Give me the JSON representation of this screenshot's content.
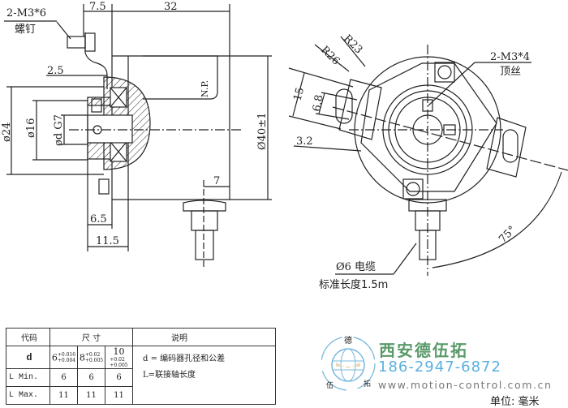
{
  "side_view": {
    "screw_callout": "2-M3*6",
    "screw_callout_cn": "螺钉",
    "dim_7_5": "7.5",
    "dim_32": "32",
    "dim_2_5": "2.5",
    "dim_phi24": "ø24",
    "dim_phi16": "ø16",
    "dim_d_g7": "ød G7",
    "label_np": "N.P.",
    "dim_phi40": "Ø40±1",
    "dim_7": "7",
    "dim_6_5": "6.5",
    "dim_11_5": "11.5"
  },
  "front_view": {
    "dim_r26": "R26",
    "dim_r23": "R23",
    "dim_15": "15",
    "dim_6_8": "6.8",
    "dim_3_2": "3.2",
    "setscrew_callout": "2-M3*4",
    "setscrew_callout_cn": "顶丝",
    "angle_75": "75°",
    "cable_label": "Ø6 电缆",
    "cable_length": "标准长度1.5m"
  },
  "table": {
    "headers": {
      "code": "代码",
      "size": "尺 寸",
      "desc": "说明"
    },
    "rows": [
      {
        "code": "d",
        "values": [
          {
            "base": "6",
            "upper": "+0.016",
            "lower": "+0.004"
          },
          {
            "base": "8",
            "upper": "+0.02",
            "lower": "+0.005"
          },
          {
            "base": "10",
            "upper": "+0.02",
            "lower": "+0.005"
          }
        ]
      },
      {
        "code": "L Min.",
        "values": [
          "6",
          "6",
          "6"
        ]
      },
      {
        "code": "L Max.",
        "values": [
          "11",
          "11",
          "11"
        ]
      }
    ],
    "desc_lines": [
      "d = 编码器孔径和公差",
      "L=联接轴长度"
    ]
  },
  "branding": {
    "company": "西安德伍拓",
    "phone": "186-2947-6872",
    "url": "www.motion-control.com.cn",
    "logo_chars": [
      "德",
      "伍",
      "拓"
    ],
    "colors": {
      "green": "#5a9a6a",
      "blue": "#5ab0e0",
      "gray": "#777777"
    }
  },
  "unit": "单位: 毫米"
}
